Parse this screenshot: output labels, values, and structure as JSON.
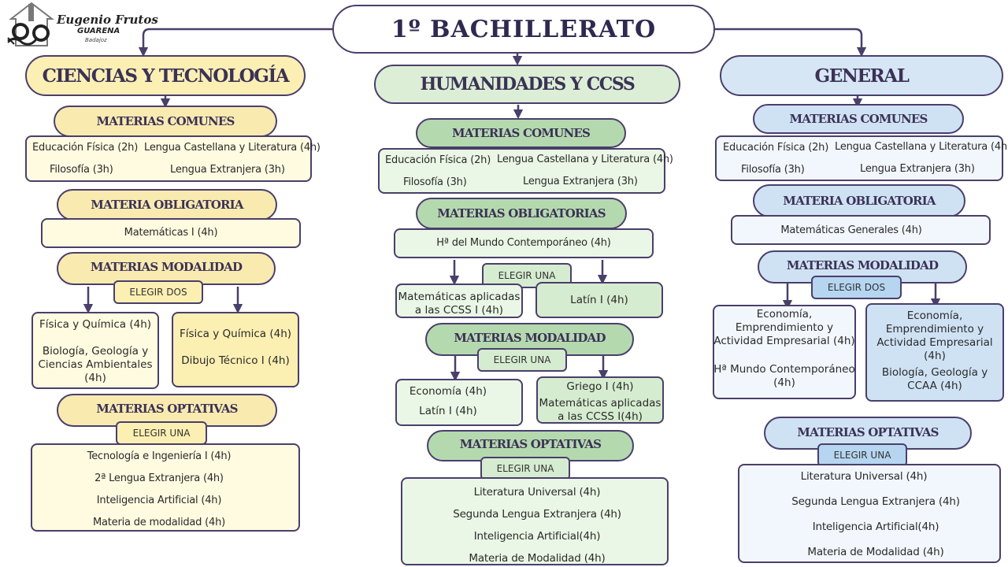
{
  "logo": {
    "name": "Eugenio Frutos",
    "town": "GUARENA",
    "province": "Badajoz"
  },
  "title": "1º BACHILLERATO",
  "colors": {
    "stroke": "#4a3f6b",
    "yellow": "#fbefb4",
    "green": "#b5d9af",
    "blue": "#cfe2f4"
  },
  "ciencias": {
    "title": "CIENCIAS Y TECNOLOGÍA",
    "comunes": {
      "label": "MATERIAS COMUNES",
      "items": [
        "Educación Física (2h)",
        "Lengua Castellana y Literatura (4h)",
        "Filosofía (3h)",
        "Lengua Extranjera  (3h)"
      ]
    },
    "obligatoria": {
      "label": "MATERIA OBLIGATORIA",
      "item": "Matemáticas I (4h)"
    },
    "modalidad": {
      "label": "MATERIAS MODALIDAD",
      "tag": "ELEGIR DOS",
      "left": [
        "Física y Química (4h)",
        "Biología, Geología y Ciencias Ambientales (4h)"
      ],
      "right": [
        "Física y Química (4h)",
        "Dibujo Técnico I (4h)"
      ]
    },
    "optativas": {
      "label": "MATERIAS OPTATIVAS",
      "tag": "ELEGIR UNA",
      "items": [
        "Tecnología e Ingeniería I (4h)",
        "2ª Lengua Extranjera (4h)",
        "Inteligencia Artificial (4h)",
        "Materia de modalidad (4h)"
      ]
    }
  },
  "humanidades": {
    "title": "HUMANIDADES Y CCSS",
    "comunes": {
      "label": "MATERIAS COMUNES",
      "items": [
        "Educación Física (2h)",
        "Lengua Castellana y Literatura (4h)",
        "Filosofía (3h)",
        "Lengua Extranjera  (3h)"
      ]
    },
    "obligatorias": {
      "label": "MATERIAS OBLIGATORIAS",
      "item": "Hª del Mundo Contemporáneo (4h)",
      "tag": "ELEGIR UNA",
      "left": "Matemáticas aplicadas a las CCSS I (4h)",
      "right": "Latín I (4h)"
    },
    "modalidad": {
      "label": "MATERIAS MODALIDAD",
      "tag": "ELEGIR UNA",
      "left": [
        "Economía (4h)",
        "Latín I (4h)"
      ],
      "right": [
        "Griego I (4h)",
        "Matemáticas aplicadas a las CCSS I(4h)"
      ]
    },
    "optativas": {
      "label": "MATERIAS OPTATIVAS",
      "tag": "ELEGIR UNA",
      "items": [
        "Literatura Universal (4h)",
        "Segunda Lengua Extranjera (4h)",
        "Inteligencia Artificial(4h)",
        "Materia de Modalidad (4h)"
      ]
    }
  },
  "general": {
    "title": "GENERAL",
    "comunes": {
      "label": "MATERIAS COMUNES",
      "items": [
        "Educación Física (2h)",
        "Lengua Castellana y Literatura (4h)",
        "Filosofía (3h)",
        "Lengua Extranjera  (3h)"
      ]
    },
    "obligatoria": {
      "label": "MATERIA OBLIGATORIA",
      "item": "Matemáticas Generales (4h)"
    },
    "modalidad": {
      "label": "MATERIAS MODALIDAD",
      "tag": "ELEGIR DOS",
      "left": [
        "Economía, Emprendimiento y Actividad Empresarial (4h)",
        "Hª Mundo Contemporáneo (4h)"
      ],
      "right": [
        "Economía, Emprendimiento y Actividad Empresarial (4h)",
        "Biología, Geología y CCAA (4h)"
      ]
    },
    "optativas": {
      "label": "MATERIAS OPTATIVAS",
      "tag": "ELEGIR UNA",
      "items": [
        "Literatura Universal (4h)",
        "Segunda Lengua Extranjera (4h)",
        "Inteligencia Artificial(4h)",
        "Materia de Modalidad (4h)"
      ]
    }
  }
}
